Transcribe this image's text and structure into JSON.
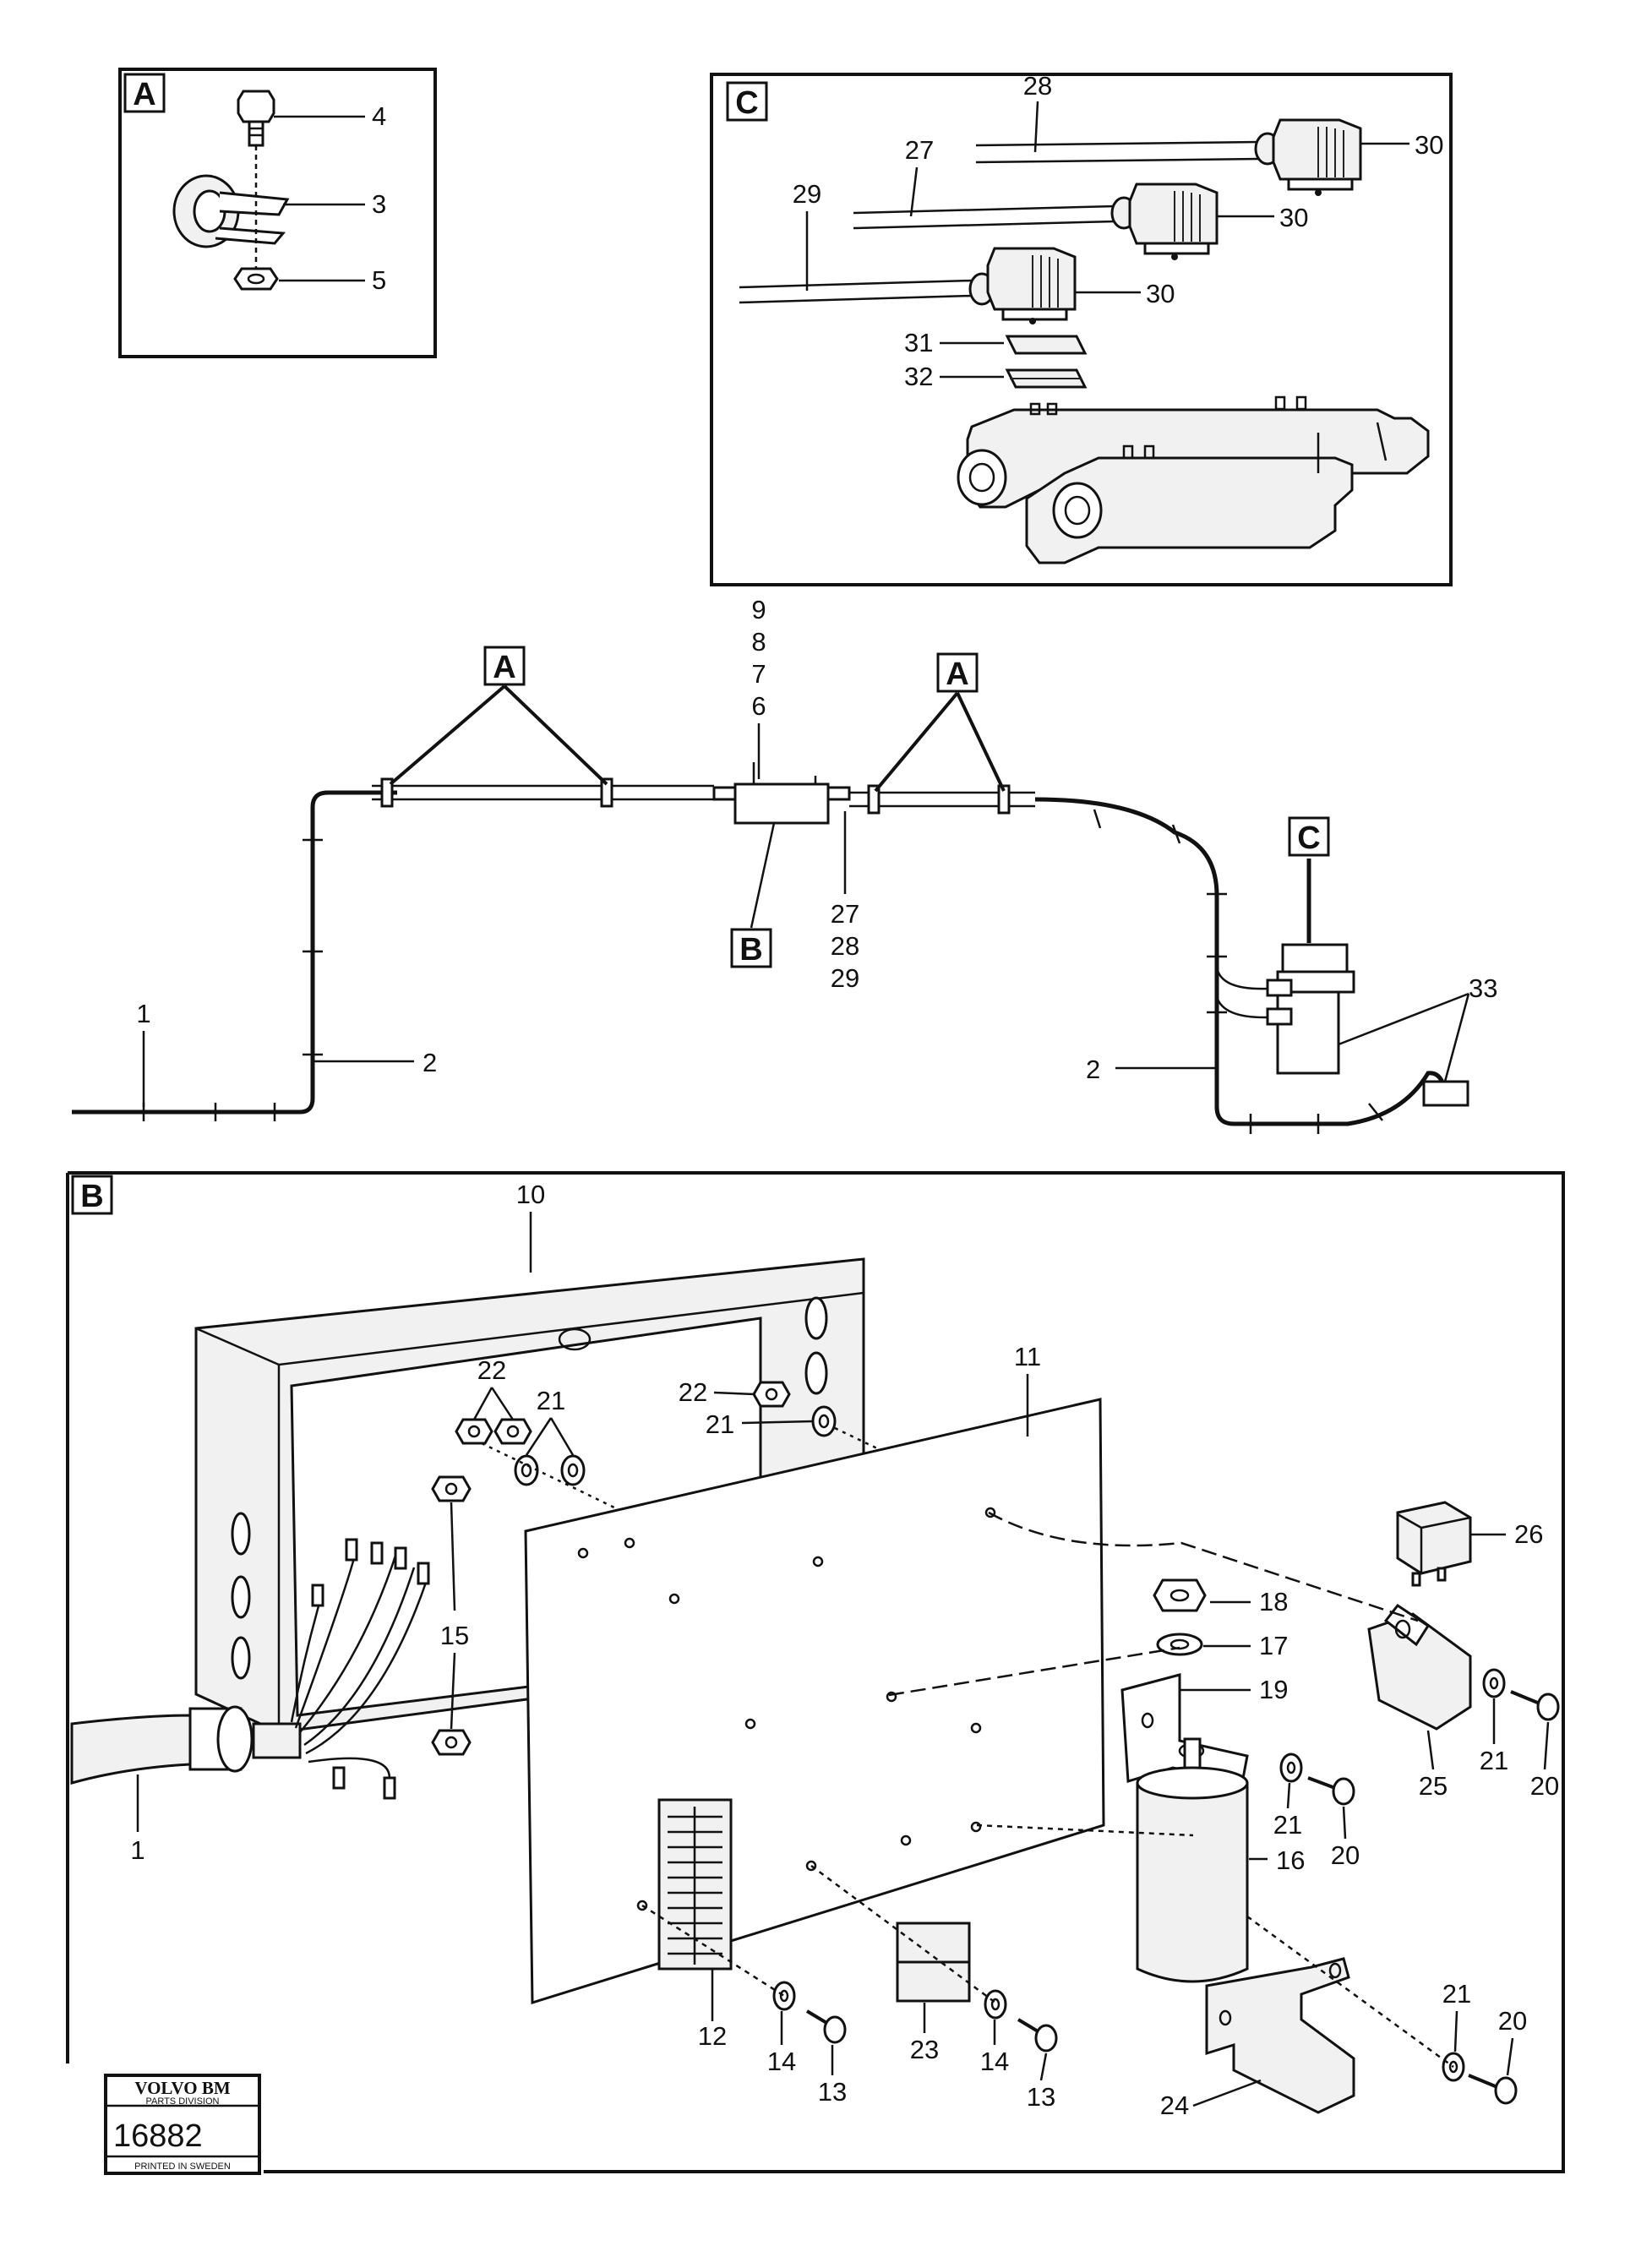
{
  "detail_tags": {
    "a": "A",
    "b": "B",
    "c": "C"
  },
  "callouts": {
    "c1": "1",
    "c2": "2",
    "c3": "3",
    "c4": "4",
    "c5": "5",
    "c6": "6",
    "c7": "7",
    "c8": "8",
    "c9": "9",
    "c10": "10",
    "c11": "11",
    "c12": "12",
    "c13": "13",
    "c14": "14",
    "c15": "15",
    "c16": "16",
    "c17": "17",
    "c18": "18",
    "c19": "19",
    "c20": "20",
    "c21": "21",
    "c22": "22",
    "c23": "23",
    "c24": "24",
    "c25": "25",
    "c26": "26",
    "c27": "27",
    "c28": "28",
    "c29": "29",
    "c30": "30",
    "c31": "31",
    "c32": "32",
    "c33": "33"
  },
  "logo": {
    "brand": "VOLVO BM",
    "division": "PARTS DIVISION",
    "number": "16882",
    "printed": "PRINTED IN SWEDEN"
  }
}
